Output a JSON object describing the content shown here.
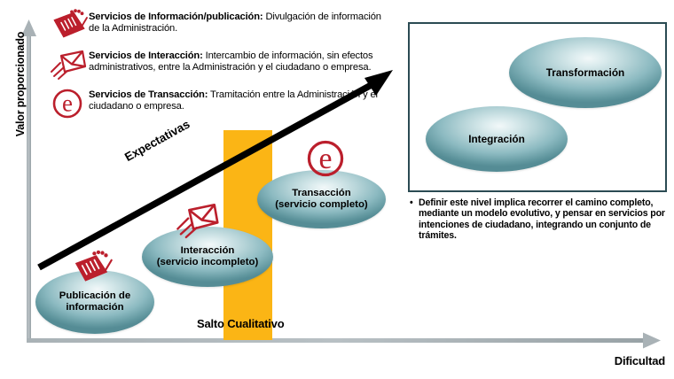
{
  "axes": {
    "y_label": "Valor proporcionado",
    "x_label": "Dificultad"
  },
  "legend": {
    "items": [
      {
        "icon": "notepad-icon",
        "title": "Servicios de Información/publicación:",
        "description": " Divulgación de información de la Administración."
      },
      {
        "icon": "envelope-icon",
        "title": "Servicios de Interacción:",
        "description": " Intercambio de información, sin efectos administrativos, entre la Administración y el ciudadano o empresa."
      },
      {
        "icon": "e-circle-icon",
        "title": "Servicios de Transacción:",
        "description": " Tramitación entre la Administración y el ciudadano o empresa."
      }
    ]
  },
  "chart_data": {
    "type": "scatter",
    "title": "",
    "xlabel": "Dificultad",
    "ylabel": "Valor proporcionado",
    "trendline_label": "Expectativas",
    "divider_label": "Salto Cualitativo",
    "divider_color": "#fbb515",
    "ellipse_color": "#61979f",
    "stages": [
      {
        "label_line1": "Publicación de",
        "label_line2": "información",
        "icon": "notepad-icon",
        "x": 1,
        "y": 1
      },
      {
        "label_line1": "Interacción",
        "label_line2": "(servicio incompleto)",
        "icon": "envelope-icon",
        "x": 2,
        "y": 2
      },
      {
        "label_line1": "Transacción",
        "label_line2": "(servicio completo)",
        "icon": "e-circle-icon",
        "x": 3,
        "y": 3
      }
    ],
    "advanced_stages": [
      {
        "label": "Integración",
        "x": 4,
        "y": 4
      },
      {
        "label": "Transformación",
        "x": 5,
        "y": 5
      }
    ]
  },
  "panel": {
    "note_bullet": "•",
    "note_text": "Definir este nivel implica recorrer el camino completo, mediante un modelo evolutivo, y pensar en servicios por intenciones de ciudadano, integrando un conjunto de trámites."
  }
}
